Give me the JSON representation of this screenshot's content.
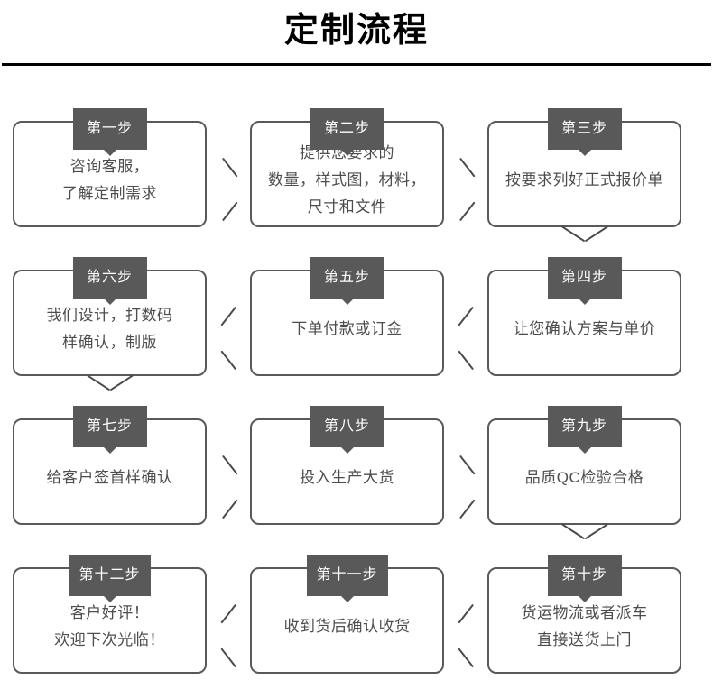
{
  "header": {
    "title": "定制流程"
  },
  "flow": {
    "rows": [
      {
        "direction": "left-to-right",
        "cards": [
          {
            "badge": "第一步",
            "lines": [
              "咨询客服，",
              "了解定制需求"
            ]
          },
          {
            "badge": "第二步",
            "lines": [
              "提供您要求的",
              "数量，样式图，材料，",
              "尺寸和文件"
            ]
          },
          {
            "badge": "第三步",
            "lines": [
              "按要求列好正式报价单"
            ]
          }
        ],
        "connectors": [
          "chevron-right-icon",
          "chevron-right-icon"
        ]
      },
      {
        "direction": "right-to-left",
        "cards": [
          {
            "badge": "第六步",
            "lines": [
              "我们设计，打数码",
              "样确认，制版"
            ]
          },
          {
            "badge": "第五步",
            "lines": [
              "下单付款或订金"
            ]
          },
          {
            "badge": "第四步",
            "lines": [
              "让您确认方案与单价"
            ]
          }
        ],
        "connectors": [
          "chevron-left-icon",
          "chevron-left-icon"
        ]
      },
      {
        "direction": "left-to-right",
        "cards": [
          {
            "badge": "第七步",
            "lines": [
              "给客户签首样确认"
            ]
          },
          {
            "badge": "第八步",
            "lines": [
              "投入生产大货"
            ]
          },
          {
            "badge": "第九步",
            "lines": [
              "品质QC检验合格"
            ]
          }
        ],
        "connectors": [
          "chevron-right-icon",
          "chevron-right-icon"
        ]
      },
      {
        "direction": "right-to-left",
        "cards": [
          {
            "badge": "第十二步",
            "lines": [
              "客户好评！",
              "欢迎下次光临！"
            ]
          },
          {
            "badge": "第十一步",
            "lines": [
              "收到货后确认收货"
            ]
          },
          {
            "badge": "第十步",
            "lines": [
              "货运物流或者派车",
              "直接送货上门"
            ]
          }
        ],
        "connectors": [
          "chevron-left-icon",
          "chevron-left-icon"
        ]
      }
    ],
    "row_connectors": [
      {
        "icon": "chevron-down-icon",
        "side": "right",
        "between": "row1-row2"
      },
      {
        "icon": "chevron-down-icon",
        "side": "left",
        "between": "row2-row3"
      },
      {
        "icon": "chevron-down-icon",
        "side": "right",
        "between": "row3-row4"
      }
    ]
  },
  "colors": {
    "badge_background": "#595959",
    "badge_text": "#ffffff",
    "card_border": "#595959",
    "body_text": "#4d4d4d",
    "title_text": "#000000",
    "rule": "#000000",
    "page_background": "#ffffff"
  }
}
